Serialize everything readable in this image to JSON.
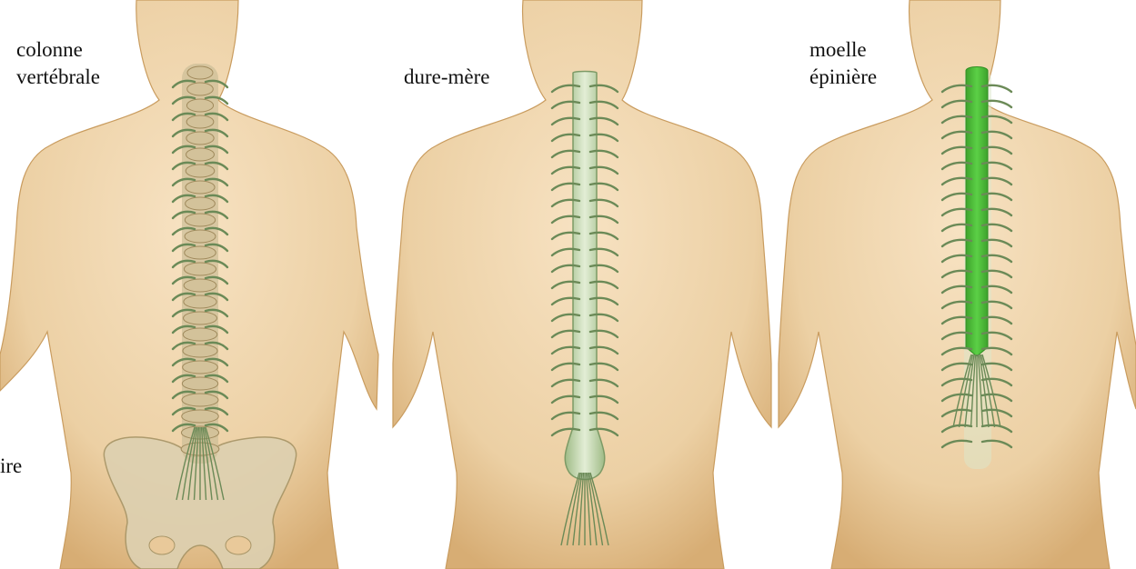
{
  "panels": [
    {
      "id": "colonne",
      "label_lines": [
        "colonne",
        "vertébrale"
      ]
    },
    {
      "id": "dure-mere",
      "label_lines": [
        "dure-mère"
      ]
    },
    {
      "id": "moelle",
      "label_lines": [
        "moelle",
        "épinière"
      ]
    }
  ],
  "clipped_label": "ire",
  "colors": {
    "skin": "#e9c99a",
    "skin_light": "#f6dfbd",
    "skin_shadow": "#c99c5f",
    "bone": "#d8c8a4",
    "nerve": "#6b8a57",
    "dura": "#bdd3a6",
    "cord": "#4fbf3a"
  }
}
